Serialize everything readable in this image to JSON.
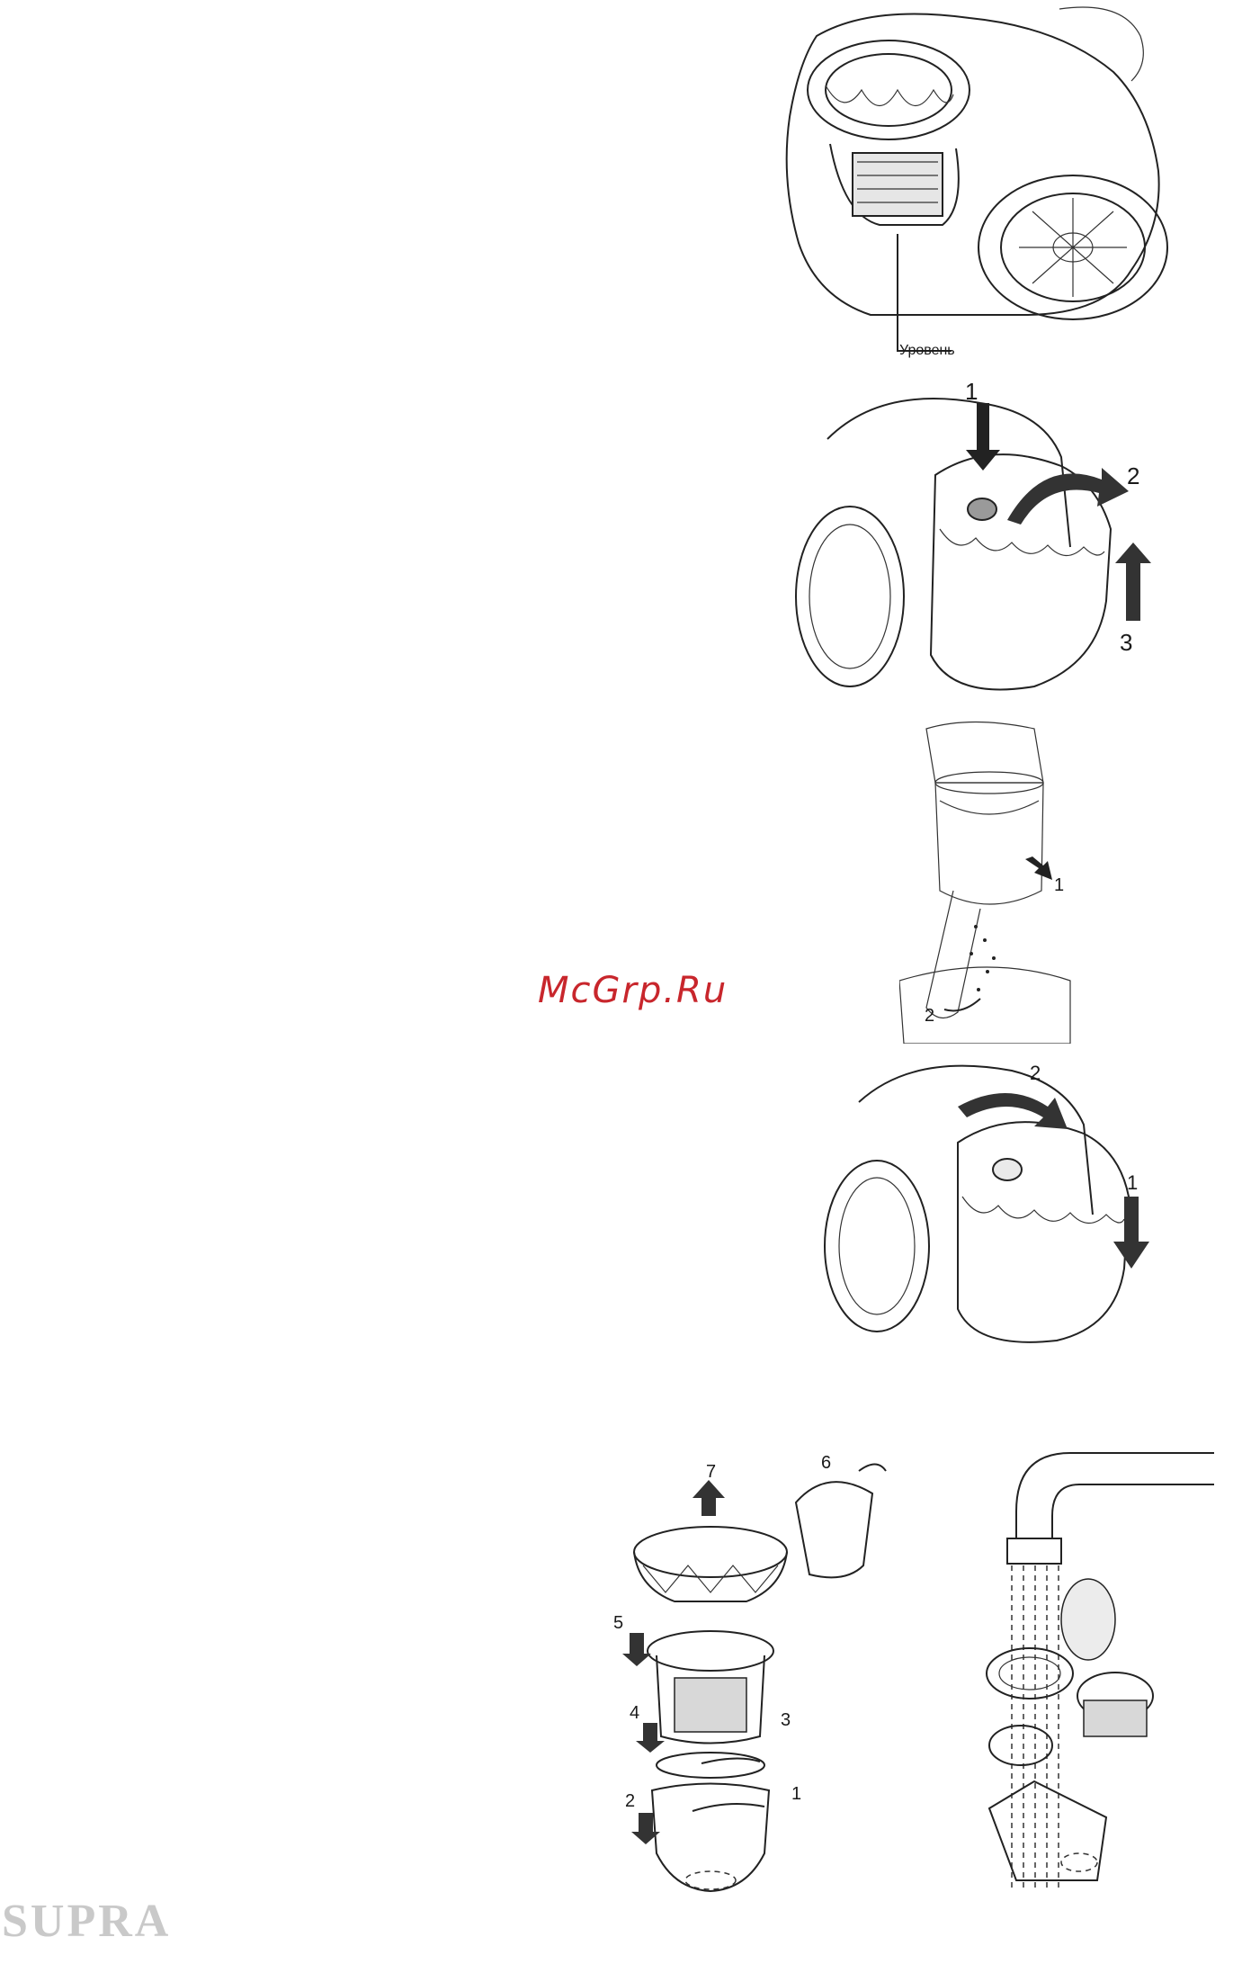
{
  "figures": {
    "fig1": {
      "caption": "Уровень"
    },
    "fig2": {
      "step1": "1",
      "step2": "2",
      "step3": "3"
    },
    "fig3": {
      "step1": "1",
      "step2": "2"
    },
    "fig4": {
      "step1": "1",
      "step2": "2"
    },
    "fig5": {
      "step1": "1",
      "step2": "2",
      "step3": "3",
      "step4": "4",
      "step5": "5",
      "step6": "6",
      "step7": "7"
    }
  },
  "watermark": "McGrp.Ru",
  "brand": "SUPRA",
  "colors": {
    "watermark": "#c8262c",
    "brand": "#c9c9c9",
    "line": "#222222"
  }
}
